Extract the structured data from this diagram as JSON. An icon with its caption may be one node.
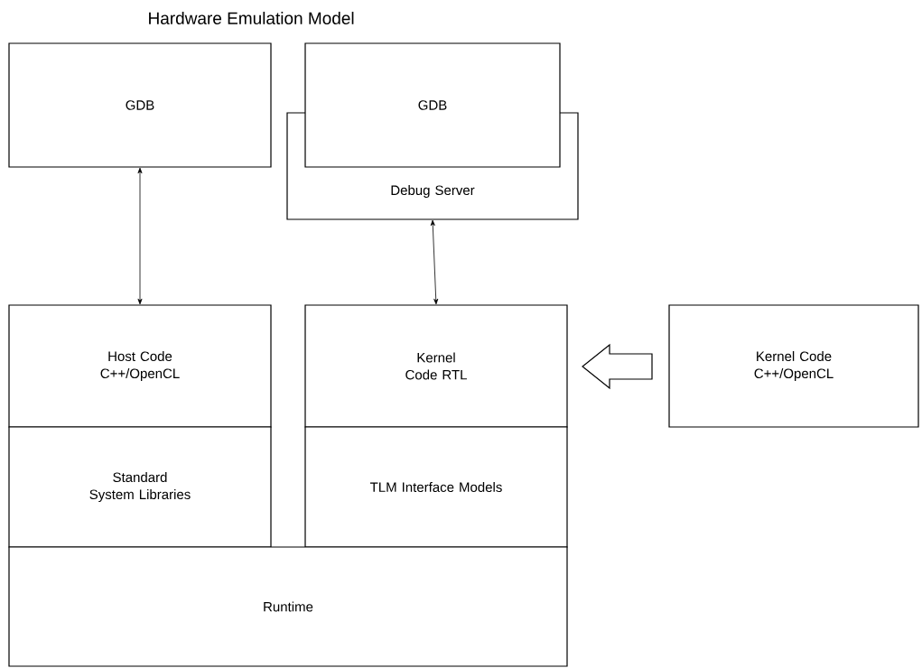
{
  "diagram": {
    "title": "Hardware Emulation Model",
    "nodes": [
      {
        "text": [
          "GDB"
        ]
      },
      {
        "text": [
          "GDB"
        ]
      },
      {
        "text": [
          "Debug Server"
        ]
      },
      {
        "text": [
          "Host Code C++/OpenCL"
        ]
      },
      {
        "text": [
          "Kernel Code RTL"
        ]
      },
      {
        "text": [
          "Kernel Code C++/OpenCL"
        ]
      },
      {
        "text": [
          "Standard System Libraries"
        ]
      },
      {
        "text": [
          "TLM Interface Models"
        ]
      },
      {
        "text": [
          "Runtime"
        ]
      }
    ],
    "edges": [
      {
        "from": 0,
        "to": 3,
        "arrow": "both"
      },
      {
        "from": 2,
        "to": 4,
        "arrow": "both"
      },
      {
        "from": 5,
        "to": 4,
        "arrow": "to",
        "style": "thick"
      }
    ]
  }
}
